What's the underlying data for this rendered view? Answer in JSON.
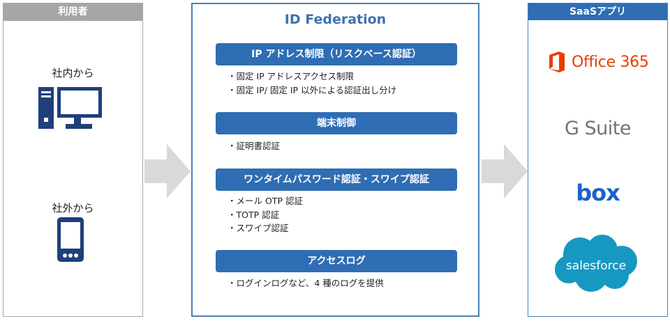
{
  "left_panel": {
    "header": "利用者",
    "internal_label": "社内から",
    "external_label": "社外から"
  },
  "middle_panel": {
    "title": "ID Federation",
    "sections": [
      {
        "heading": "IP アドレス制限（リスクベース認証）",
        "items": [
          "・固定 IP アドレスアクセス制限",
          "・固定 IP/ 固定 IP 以外による認証出し分け"
        ]
      },
      {
        "heading": "端末制御",
        "items": [
          "・証明書認証"
        ]
      },
      {
        "heading": "ワンタイムパスワード認証・スワイプ認証",
        "items": [
          "・メール OTP 認証",
          "・TOTP 認証",
          "・スワイプ認証"
        ]
      },
      {
        "heading": "アクセスログ",
        "items": [
          "・ログインログなど、4 種のログを提供"
        ]
      }
    ]
  },
  "right_panel": {
    "header": "SaaSアプリ",
    "apps": [
      "Office 365",
      "G Suite",
      "box",
      "salesforce"
    ]
  },
  "colors": {
    "accent_blue": "#2f6db4",
    "header_gray": "#a6a6a6",
    "arrow_gray": "#d9d9d9",
    "device_navy": "#1f3f7a",
    "office_orange": "#eb3c00",
    "salesforce_blue": "#1798c1"
  },
  "icons": [
    "desktop-pc-icon",
    "smartphone-icon",
    "right-arrow-icon",
    "office-logo-icon",
    "salesforce-cloud-icon"
  ]
}
